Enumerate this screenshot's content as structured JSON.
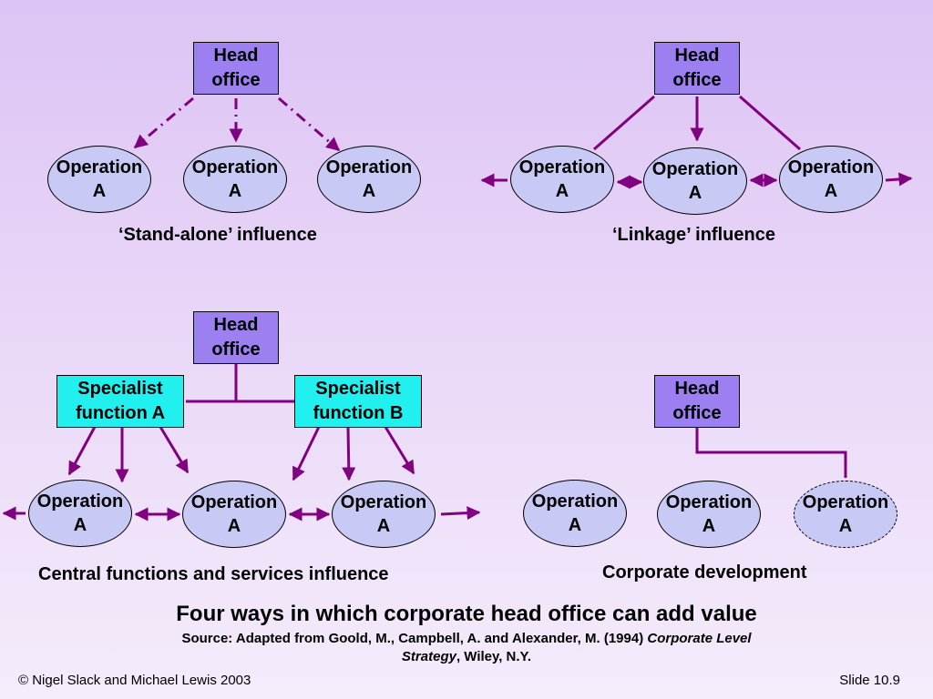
{
  "colors": {
    "head_office_fill": "#9c7ff0",
    "specialist_fill": "#22f0ee",
    "operation_fill": "#c9c9f5",
    "connector": "#800080",
    "background": "#e6d4f6"
  },
  "head_office_label": "Head\noffice",
  "operation_label": "Operation\nA",
  "captions": {
    "standalone": "‘Stand-alone’ influence",
    "linkage": "‘Linkage’ influence",
    "central": "Central functions and services  influence",
    "corporate": "Corporate development"
  },
  "specialists": {
    "a": "Specialist\nfunction A",
    "b": "Specialist\nfunction B"
  },
  "title": "Four ways in which corporate head office can add value",
  "source": {
    "prefix": "Source: Adapted from Goold, M., Campbell, A. and Alexander, M. (1994) ",
    "italic1": "Corporate Level",
    "italic2": "Strategy",
    "suffix": ", Wiley, N.Y."
  },
  "footer": {
    "copyright": "© Nigel Slack and Michael Lewis 2003",
    "slide": "Slide 10.9"
  }
}
